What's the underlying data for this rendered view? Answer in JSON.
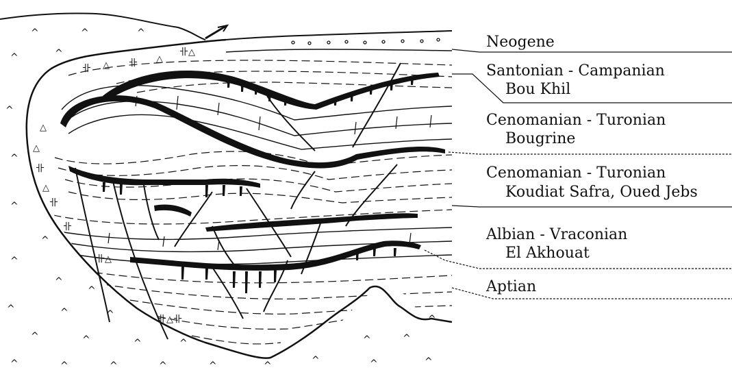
{
  "strata": [
    {
      "name": "Neogene",
      "sublabel": ""
    },
    {
      "name": "Santonian - Campanian",
      "sublabel": "Bou Khil"
    },
    {
      "name": "Cenomanian - Turonian",
      "sublabel": "Bougrine"
    },
    {
      "name": "Cenomanian - Turonian",
      "sublabel": "Koudiat Safra, Oued Jebs"
    },
    {
      "name": "Albian - Vraconian",
      "sublabel": "El Akhouat"
    },
    {
      "name": "Aptian",
      "sublabel": ""
    }
  ],
  "colors": {
    "ink": "#111111",
    "paper": "#ffffff"
  }
}
